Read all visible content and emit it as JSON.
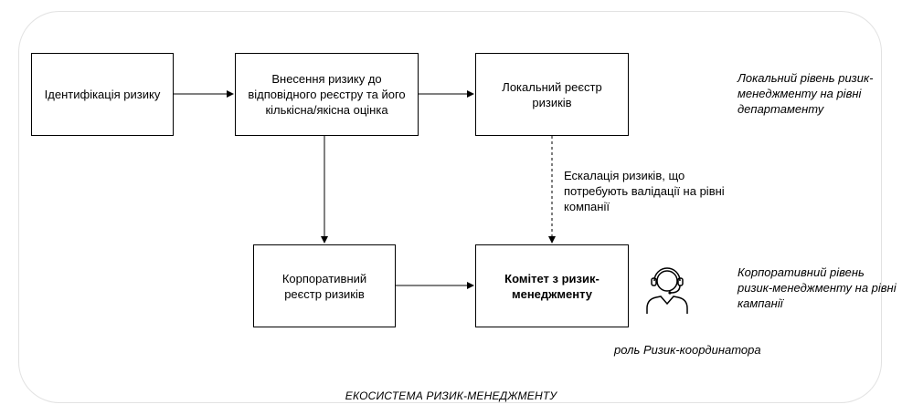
{
  "boxes": {
    "identification": "Ідентифікація ризику",
    "entry": "Внесення ризику до відповідного реєстру та його кількісна/якісна оцінка",
    "local_register": "Локальний реєстр ризиків",
    "corporate_register": "Корпоративний реєстр ризиків",
    "committee": "Комітет з ризик-менеджменту"
  },
  "notes": {
    "local_level": "Локальний рівень ризик-менеджменту на рівні департаменту",
    "corporate_level": "Корпоративний рівень ризик-менеджменту на рівні кампанії",
    "role": "роль Ризик-координатора"
  },
  "escalation_label": "Ескалація ризиків, що потребують валідації на рівні компанії",
  "footer": "ЕКОСИСТЕМА РИЗИК-МЕНЕДЖМЕНТУ",
  "icons": {
    "role_icon": "headset-person-icon"
  },
  "colors": {
    "line": "#000000",
    "frame_border": "#e2e2e2"
  }
}
